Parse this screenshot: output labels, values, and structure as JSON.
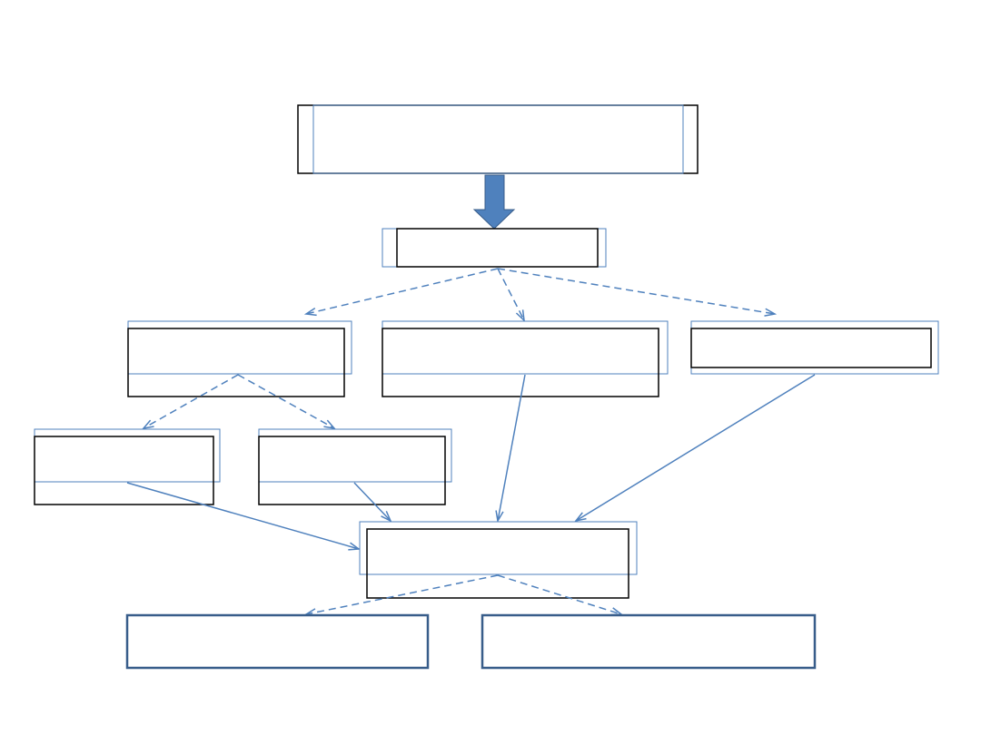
{
  "diagram": {
    "nodes": [
      {
        "id": "top",
        "label": ""
      },
      {
        "id": "hub",
        "label": ""
      },
      {
        "id": "mid-left",
        "label": ""
      },
      {
        "id": "mid-center",
        "label": ""
      },
      {
        "id": "mid-right",
        "label": ""
      },
      {
        "id": "sub-left",
        "label": ""
      },
      {
        "id": "sub-right",
        "label": ""
      },
      {
        "id": "merge",
        "label": ""
      },
      {
        "id": "bottom-left",
        "label": ""
      },
      {
        "id": "bottom-right",
        "label": ""
      }
    ],
    "edges": [
      {
        "from": "top",
        "to": "hub",
        "style": "block-arrow"
      },
      {
        "from": "hub",
        "to": "mid-left",
        "style": "dashed"
      },
      {
        "from": "hub",
        "to": "mid-center",
        "style": "dashed"
      },
      {
        "from": "hub",
        "to": "mid-right",
        "style": "dashed"
      },
      {
        "from": "mid-left",
        "to": "sub-left",
        "style": "dashed"
      },
      {
        "from": "mid-left",
        "to": "sub-right",
        "style": "dashed"
      },
      {
        "from": "sub-left",
        "to": "merge",
        "style": "solid"
      },
      {
        "from": "sub-right",
        "to": "merge",
        "style": "solid"
      },
      {
        "from": "mid-center",
        "to": "merge",
        "style": "solid"
      },
      {
        "from": "mid-right",
        "to": "merge",
        "style": "solid"
      },
      {
        "from": "merge",
        "to": "bottom-left",
        "style": "dashed"
      },
      {
        "from": "merge",
        "to": "bottom-right",
        "style": "dashed"
      }
    ],
    "colors": {
      "accent": "#4f81bd",
      "box_border": "#385d8a",
      "black_border": "#000000"
    }
  }
}
